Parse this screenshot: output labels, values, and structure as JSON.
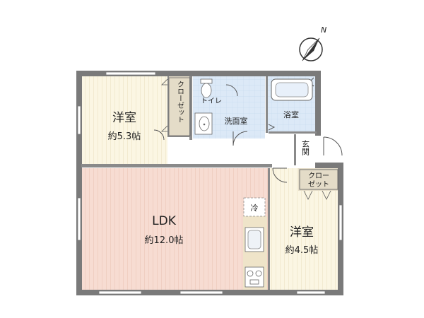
{
  "compass": {
    "label": "N"
  },
  "rooms": {
    "western_room_1": {
      "name": "洋室",
      "area": "約5.3帖"
    },
    "closet_1": {
      "name": "クローゼット"
    },
    "toilet": {
      "name": "トイレ"
    },
    "washroom": {
      "name": "洗面室"
    },
    "bathroom": {
      "name": "浴室"
    },
    "entrance": {
      "name": "玄関"
    },
    "closet_2": {
      "name_line1": "クロー",
      "name_line2": "ゼット"
    },
    "ldk": {
      "name": "LDK",
      "area": "約12.0帖"
    },
    "fridge": {
      "name": "冷"
    },
    "western_room_2": {
      "name": "洋室",
      "area": "約4.5帖"
    }
  },
  "colors": {
    "western_floor": "#fbf6e3",
    "ldk_floor": "#f7dcd2",
    "wet_floor": "#dce9f7",
    "closet_floor": "#e4dcc8",
    "wall": "#7a7a7a",
    "window": "#ffffff"
  }
}
